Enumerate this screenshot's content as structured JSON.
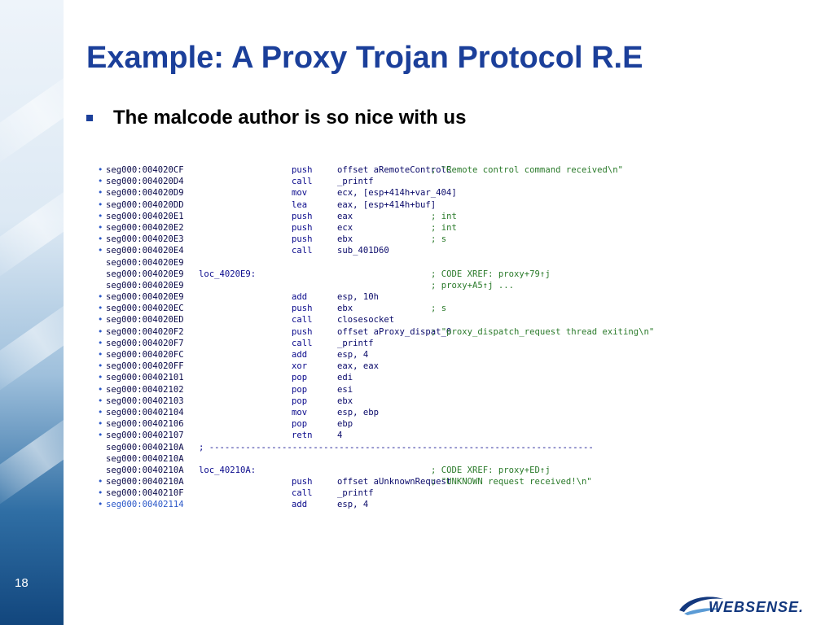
{
  "slide": {
    "title": "Example: A Proxy Trojan Protocol R.E",
    "bullet": "The malcode author is so nice with us",
    "page_number": "18",
    "logo_text": "WEBSENSE."
  },
  "colors": {
    "title": "#1b3f9a",
    "sidebar_dark": "#12467d"
  },
  "code_lines": [
    {
      "dot": "•",
      "addr": "seg000:004020CF",
      "label": "",
      "mnem": "push",
      "ops": "offset aRemoteControlC",
      "cmt": "; \"Remote control command received\\n\""
    },
    {
      "dot": "•",
      "addr": "seg000:004020D4",
      "label": "",
      "mnem": "call",
      "ops": "_printf",
      "cmt": ""
    },
    {
      "dot": "•",
      "addr": "seg000:004020D9",
      "label": "",
      "mnem": "mov",
      "ops": "ecx, [esp+414h+var_404]",
      "cmt": ""
    },
    {
      "dot": "•",
      "addr": "seg000:004020DD",
      "label": "",
      "mnem": "lea",
      "ops": "eax, [esp+414h+buf]",
      "cmt": ""
    },
    {
      "dot": "•",
      "addr": "seg000:004020E1",
      "label": "",
      "mnem": "push",
      "ops": "eax",
      "cmt": "; int"
    },
    {
      "dot": "•",
      "addr": "seg000:004020E2",
      "label": "",
      "mnem": "push",
      "ops": "ecx",
      "cmt": "; int"
    },
    {
      "dot": "•",
      "addr": "seg000:004020E3",
      "label": "",
      "mnem": "push",
      "ops": "ebx",
      "cmt": "; s"
    },
    {
      "dot": "•",
      "addr": "seg000:004020E4",
      "label": "",
      "mnem": "call",
      "ops": "sub_401D60",
      "cmt": ""
    },
    {
      "dot": "",
      "addr": "seg000:004020E9",
      "label": "",
      "mnem": "",
      "ops": "",
      "cmt": ""
    },
    {
      "dot": "",
      "addr": "seg000:004020E9",
      "label": "loc_4020E9:",
      "mnem": "",
      "ops": "",
      "cmt": "; CODE XREF: proxy+79↑j"
    },
    {
      "dot": "",
      "addr": "seg000:004020E9",
      "label": "",
      "mnem": "",
      "ops": "",
      "cmt": "; proxy+A5↑j ..."
    },
    {
      "dot": "•",
      "addr": "seg000:004020E9",
      "label": "",
      "mnem": "add",
      "ops": "esp, 10h",
      "cmt": ""
    },
    {
      "dot": "•",
      "addr": "seg000:004020EC",
      "label": "",
      "mnem": "push",
      "ops": "ebx",
      "cmt": "; s"
    },
    {
      "dot": "•",
      "addr": "seg000:004020ED",
      "label": "",
      "mnem": "call",
      "ops": "closesocket",
      "cmt": ""
    },
    {
      "dot": "•",
      "addr": "seg000:004020F2",
      "label": "",
      "mnem": "push",
      "ops": "offset aProxy_dispat_0",
      "cmt": "; \"proxy_dispatch_request thread exiting\\n\""
    },
    {
      "dot": "•",
      "addr": "seg000:004020F7",
      "label": "",
      "mnem": "call",
      "ops": "_printf",
      "cmt": ""
    },
    {
      "dot": "•",
      "addr": "seg000:004020FC",
      "label": "",
      "mnem": "add",
      "ops": "esp, 4",
      "cmt": ""
    },
    {
      "dot": "•",
      "addr": "seg000:004020FF",
      "label": "",
      "mnem": "xor",
      "ops": "eax, eax",
      "cmt": ""
    },
    {
      "dot": "•",
      "addr": "seg000:00402101",
      "label": "",
      "mnem": "pop",
      "ops": "edi",
      "cmt": ""
    },
    {
      "dot": "•",
      "addr": "seg000:00402102",
      "label": "",
      "mnem": "pop",
      "ops": "esi",
      "cmt": ""
    },
    {
      "dot": "•",
      "addr": "seg000:00402103",
      "label": "",
      "mnem": "pop",
      "ops": "ebx",
      "cmt": ""
    },
    {
      "dot": "•",
      "addr": "seg000:00402104",
      "label": "",
      "mnem": "mov",
      "ops": "esp, ebp",
      "cmt": ""
    },
    {
      "dot": "•",
      "addr": "seg000:00402106",
      "label": "",
      "mnem": "pop",
      "ops": "ebp",
      "cmt": ""
    },
    {
      "dot": "•",
      "addr": "seg000:00402107",
      "label": "",
      "mnem": "retn",
      "ops": "4",
      "cmt": ""
    },
    {
      "dot": "",
      "addr": "seg000:0040210A",
      "label": "; --------------------------------------------------------------------------",
      "mnem": "",
      "ops": "",
      "cmt": ""
    },
    {
      "dot": "",
      "addr": "seg000:0040210A",
      "label": "",
      "mnem": "",
      "ops": "",
      "cmt": ""
    },
    {
      "dot": "",
      "addr": "seg000:0040210A",
      "label": "loc_40210A:",
      "mnem": "",
      "ops": "",
      "cmt": "; CODE XREF: proxy+ED↑j"
    },
    {
      "dot": "•",
      "addr": "seg000:0040210A",
      "label": "",
      "mnem": "push",
      "ops": "offset aUnknownRequest",
      "cmt": "; \"UNKNOWN request received!\\n\""
    },
    {
      "dot": "•",
      "addr": "seg000:0040210F",
      "label": "",
      "mnem": "call",
      "ops": "_printf",
      "cmt": ""
    },
    {
      "dot": "•",
      "addr": "seg000:00402114",
      "label": "",
      "mnem": "add",
      "ops": "esp, 4",
      "cmt": ""
    }
  ]
}
